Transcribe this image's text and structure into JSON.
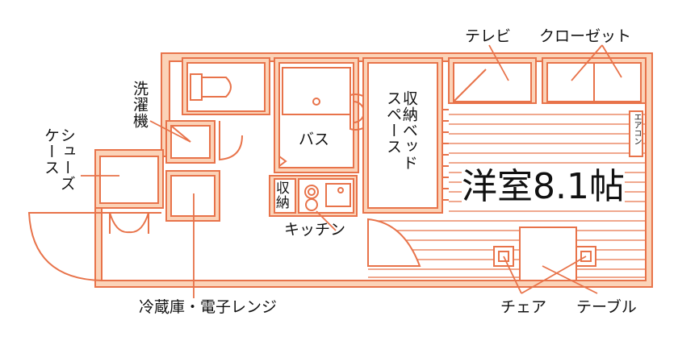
{
  "labels": {
    "tv": "テレビ",
    "closet": "クローゼット",
    "washer": "洗濯機",
    "shoe_case": "シューズケース",
    "bath": "バス",
    "bed_storage": "収納ベッドスペース",
    "room": "洋室8.1帖",
    "aircon": "エアコン",
    "storage": "収納",
    "kitchen": "キッチン",
    "fridge_microwave": "冷蔵庫・電子レンジ",
    "chair": "チェア",
    "table": "テーブル"
  },
  "colors": {
    "stroke": "#e8734a",
    "fill": "#fbd3b8",
    "text": "#111111"
  }
}
